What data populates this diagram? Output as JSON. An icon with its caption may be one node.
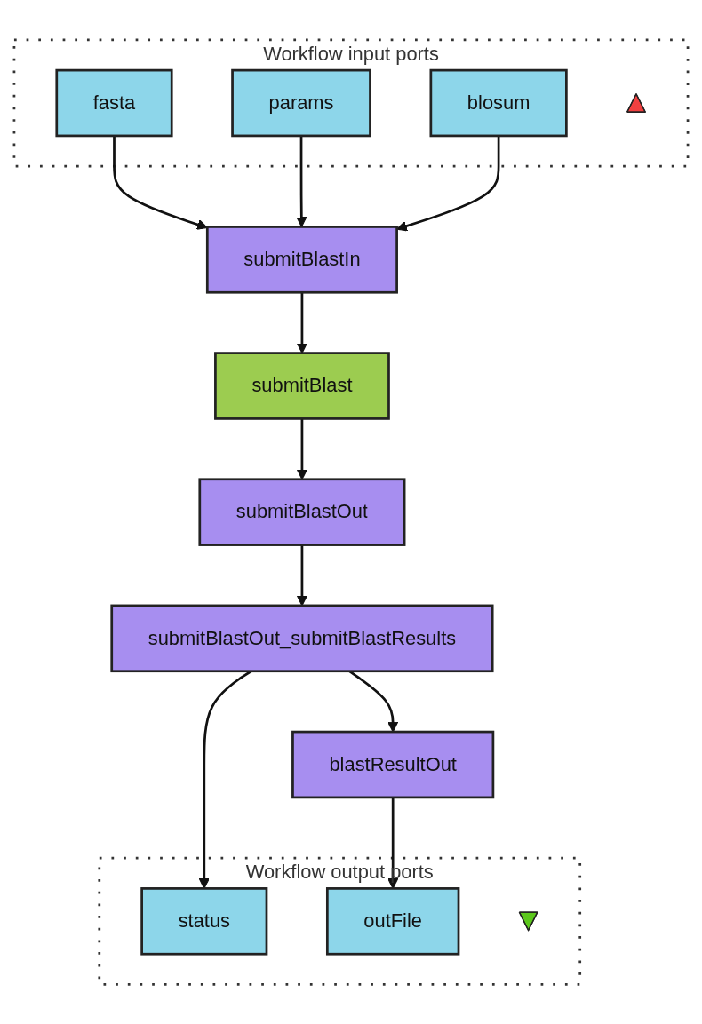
{
  "diagram": {
    "nodes": [
      {
        "text": [
          "Workflow input ports"
        ]
      },
      {
        "text": [
          "fasta"
        ],
        "in": 0
      },
      {
        "text": [
          "params"
        ],
        "in": 0
      },
      {
        "text": [
          "blosum"
        ],
        "in": 0
      },
      {
        "text": [],
        "shape": "triangle",
        "in": 0
      },
      {
        "text": [
          "submitBlastIn"
        ]
      },
      {
        "text": [
          "submitBlast"
        ]
      },
      {
        "text": [
          "submitBlastOut"
        ]
      },
      {
        "text": [
          "submitBlastOut_submitBlastResults"
        ]
      },
      {
        "text": [
          "blastResultOut"
        ]
      },
      {
        "text": [
          "Workflow output ports"
        ]
      },
      {
        "text": [
          "status"
        ],
        "in": 10
      },
      {
        "text": [
          "outFile"
        ],
        "in": 10
      },
      {
        "text": [],
        "shape": "triangle",
        "in": 10
      }
    ],
    "edges": [
      {
        "from": 1,
        "to": 5,
        "arrow": "to"
      },
      {
        "from": 2,
        "to": 5,
        "arrow": "to"
      },
      {
        "from": 3,
        "to": 5,
        "arrow": "to"
      },
      {
        "from": 5,
        "to": 6,
        "arrow": "to"
      },
      {
        "from": 6,
        "to": 7,
        "arrow": "to"
      },
      {
        "from": 7,
        "to": 8,
        "arrow": "to"
      },
      {
        "from": 8,
        "to": 11,
        "arrow": "to"
      },
      {
        "from": 8,
        "to": 9,
        "arrow": "to"
      },
      {
        "from": 9,
        "to": 12,
        "arrow": "to"
      }
    ]
  }
}
